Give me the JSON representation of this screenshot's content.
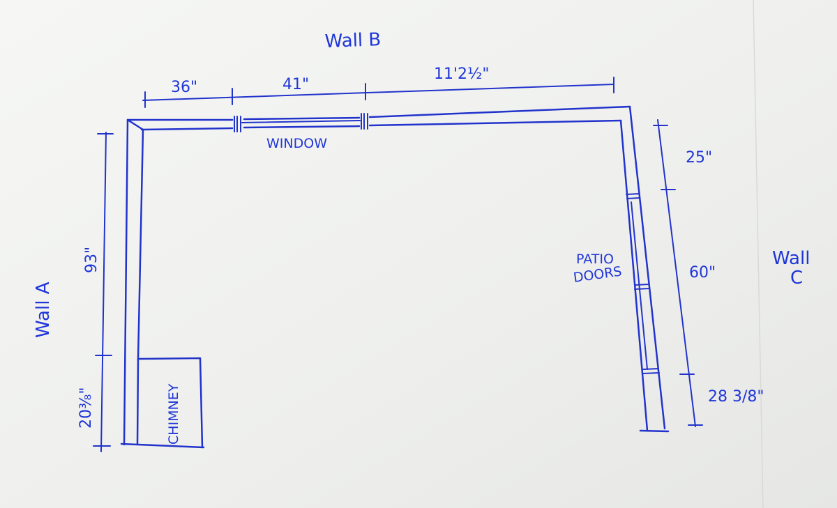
{
  "labels": {
    "wall_a": "Wall A",
    "wall_b": "Wall B",
    "wall_c_line1": "Wall",
    "wall_c_line2": "C",
    "window": "WINDOW",
    "chimney": "CHIMNEY",
    "patio_line1": "PATIO",
    "patio_line2": "DOORS"
  },
  "dimensions": {
    "top_1": "36\"",
    "top_2": "41\"",
    "top_3": "11'2½\"",
    "left_1": "93\"",
    "left_2": "20⅜\"",
    "right_1": "25\"",
    "right_2": "60\"",
    "right_3": "28 3/8\""
  },
  "colors": {
    "paper": "#f1f2f0",
    "ink": "#2233cc",
    "ink_text": "#1f35d8"
  }
}
